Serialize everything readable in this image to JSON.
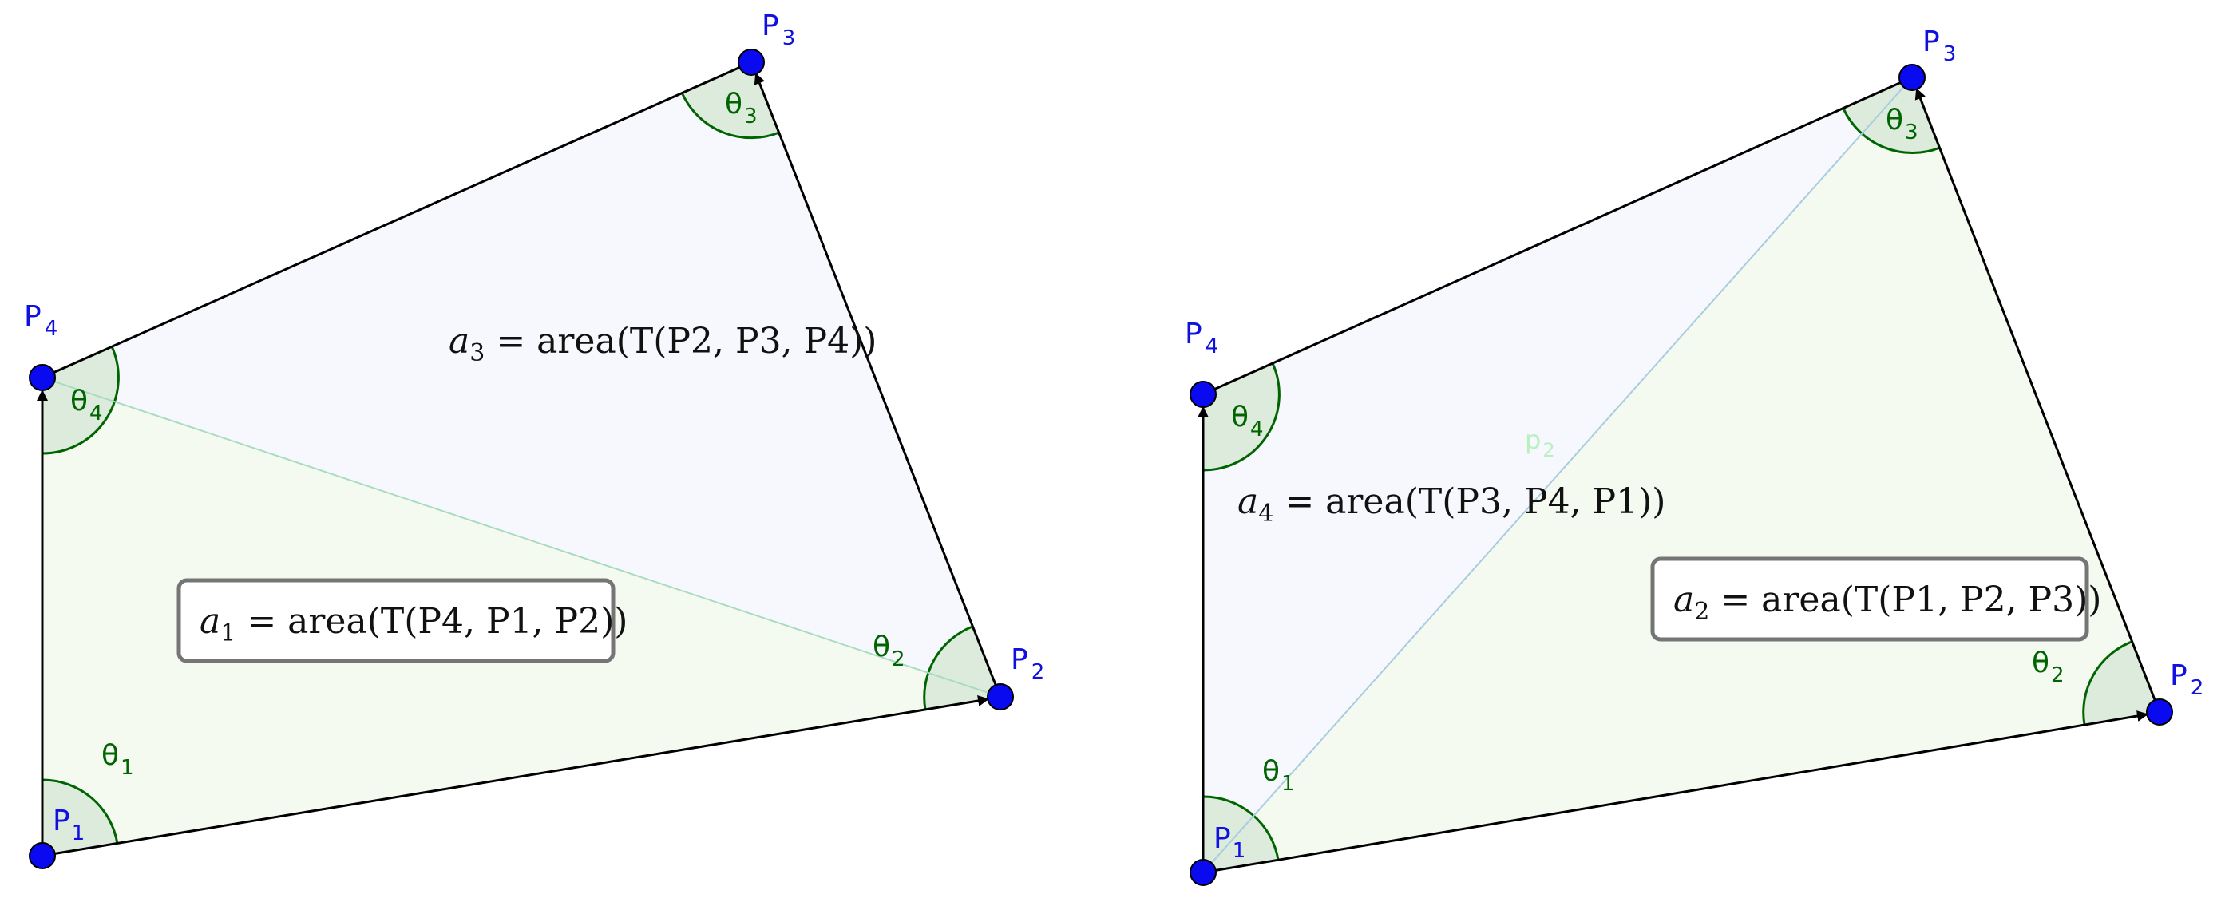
{
  "left": {
    "points": {
      "p1": {
        "name": "P",
        "sub": "1"
      },
      "p2": {
        "name": "P",
        "sub": "2"
      },
      "p3": {
        "name": "P",
        "sub": "3"
      },
      "p4": {
        "name": "P",
        "sub": "4"
      }
    },
    "angles": {
      "t1": {
        "name": "θ",
        "sub": "1"
      },
      "t2": {
        "name": "θ",
        "sub": "2"
      },
      "t3": {
        "name": "θ",
        "sub": "3"
      },
      "t4": {
        "name": "θ",
        "sub": "4"
      }
    },
    "formula_a1": {
      "lhs": "a",
      "lhs_sub": "1",
      "rest": " = area(T(P4, P1, P2))"
    },
    "formula_a3": {
      "lhs": "a",
      "lhs_sub": "3",
      "rest": " = area(T(P2, P3, P4))"
    }
  },
  "right": {
    "points": {
      "p1": {
        "name": "P",
        "sub": "1"
      },
      "p2": {
        "name": "P",
        "sub": "2"
      },
      "p3": {
        "name": "P",
        "sub": "3"
      },
      "p4": {
        "name": "P",
        "sub": "4"
      }
    },
    "angles": {
      "t1": {
        "name": "θ",
        "sub": "1"
      },
      "t2": {
        "name": "θ",
        "sub": "2"
      },
      "t3": {
        "name": "θ",
        "sub": "3"
      },
      "t4": {
        "name": "θ",
        "sub": "4"
      }
    },
    "diagonal_label": {
      "name": "p",
      "sub": "2"
    },
    "formula_a2": {
      "lhs": "a",
      "lhs_sub": "2",
      "rest": " = area(T(P1, P2, P3))"
    },
    "formula_a4": {
      "lhs": "a",
      "lhs_sub": "4",
      "rest": " = area(T(P3, P4, P1))"
    }
  },
  "colors": {
    "point_fill": "#0a0af0",
    "point_label": "#1010e0",
    "angle_arc": "#006400",
    "angle_fill": "#dcebdc",
    "green_region": "#f4faf0",
    "blue_region": "#f6f8fd",
    "diag_left": "#a8dcc0",
    "diag_right": "#a8cce0"
  }
}
